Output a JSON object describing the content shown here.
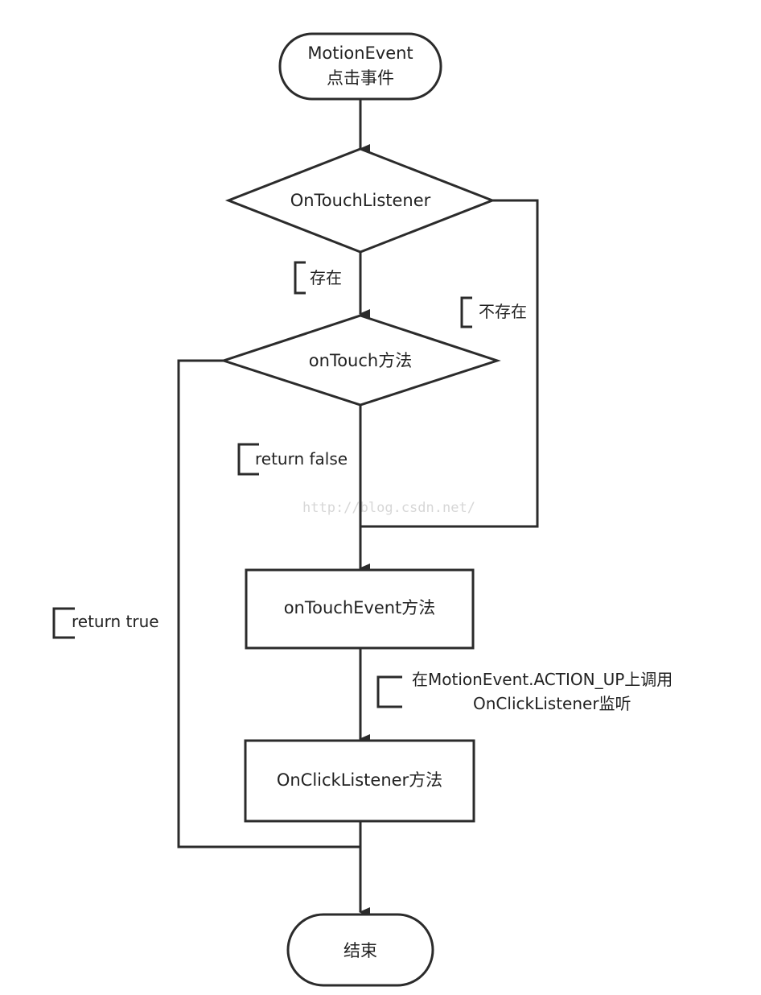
{
  "nodes": {
    "start": {
      "line1": "MotionEvent",
      "line2": "点击事件"
    },
    "decision_listener": {
      "label": "OnTouchListener"
    },
    "decision_ontouch": {
      "label": "onTouch方法"
    },
    "process_ontouchevent": {
      "label": "onTouchEvent方法"
    },
    "process_onclick": {
      "label": "OnClickListener方法"
    },
    "end": {
      "label": "结束"
    }
  },
  "edges": {
    "exists": "存在",
    "not_exists": "不存在",
    "return_false": "return false",
    "return_true": "return true",
    "action_up_line1": "在MotionEvent.ACTION_UP上调用",
    "action_up_line2": "OnClickListener监听"
  },
  "watermark": "http://blog.csdn.net/",
  "colors": {
    "stroke": "#2b2b2b",
    "text": "#222222",
    "background": "#ffffff",
    "watermark": "#d7d7d7"
  }
}
